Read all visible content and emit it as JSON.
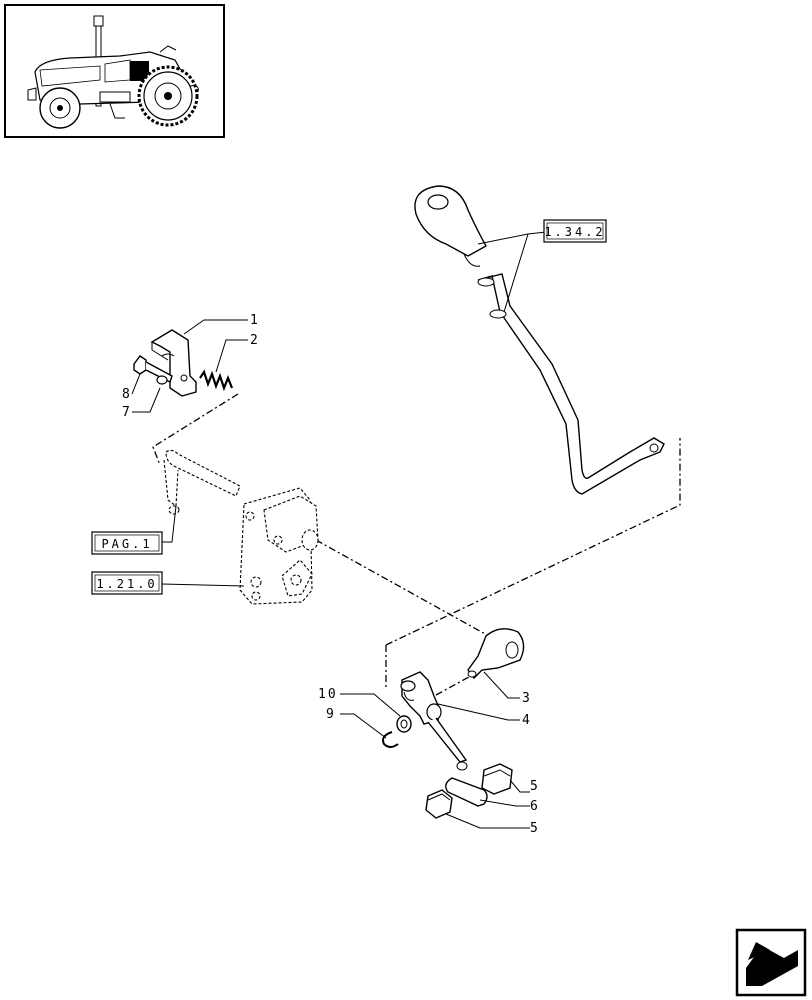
{
  "references": {
    "ref_1_34_2": "1.34.2",
    "ref_pag_1": "PAG.1",
    "ref_1_21_0": "1.21.0"
  },
  "callouts": {
    "c1": "1",
    "c2": "2",
    "c3": "3",
    "c4": "4",
    "c5a": "5",
    "c5b": "5",
    "c6": "6",
    "c7": "7",
    "c8": "8",
    "c9": "9",
    "c10": "10"
  },
  "icons": {
    "thumbnail": "tractor-thumbnail-icon",
    "nav": "next-page-arrow-icon"
  }
}
